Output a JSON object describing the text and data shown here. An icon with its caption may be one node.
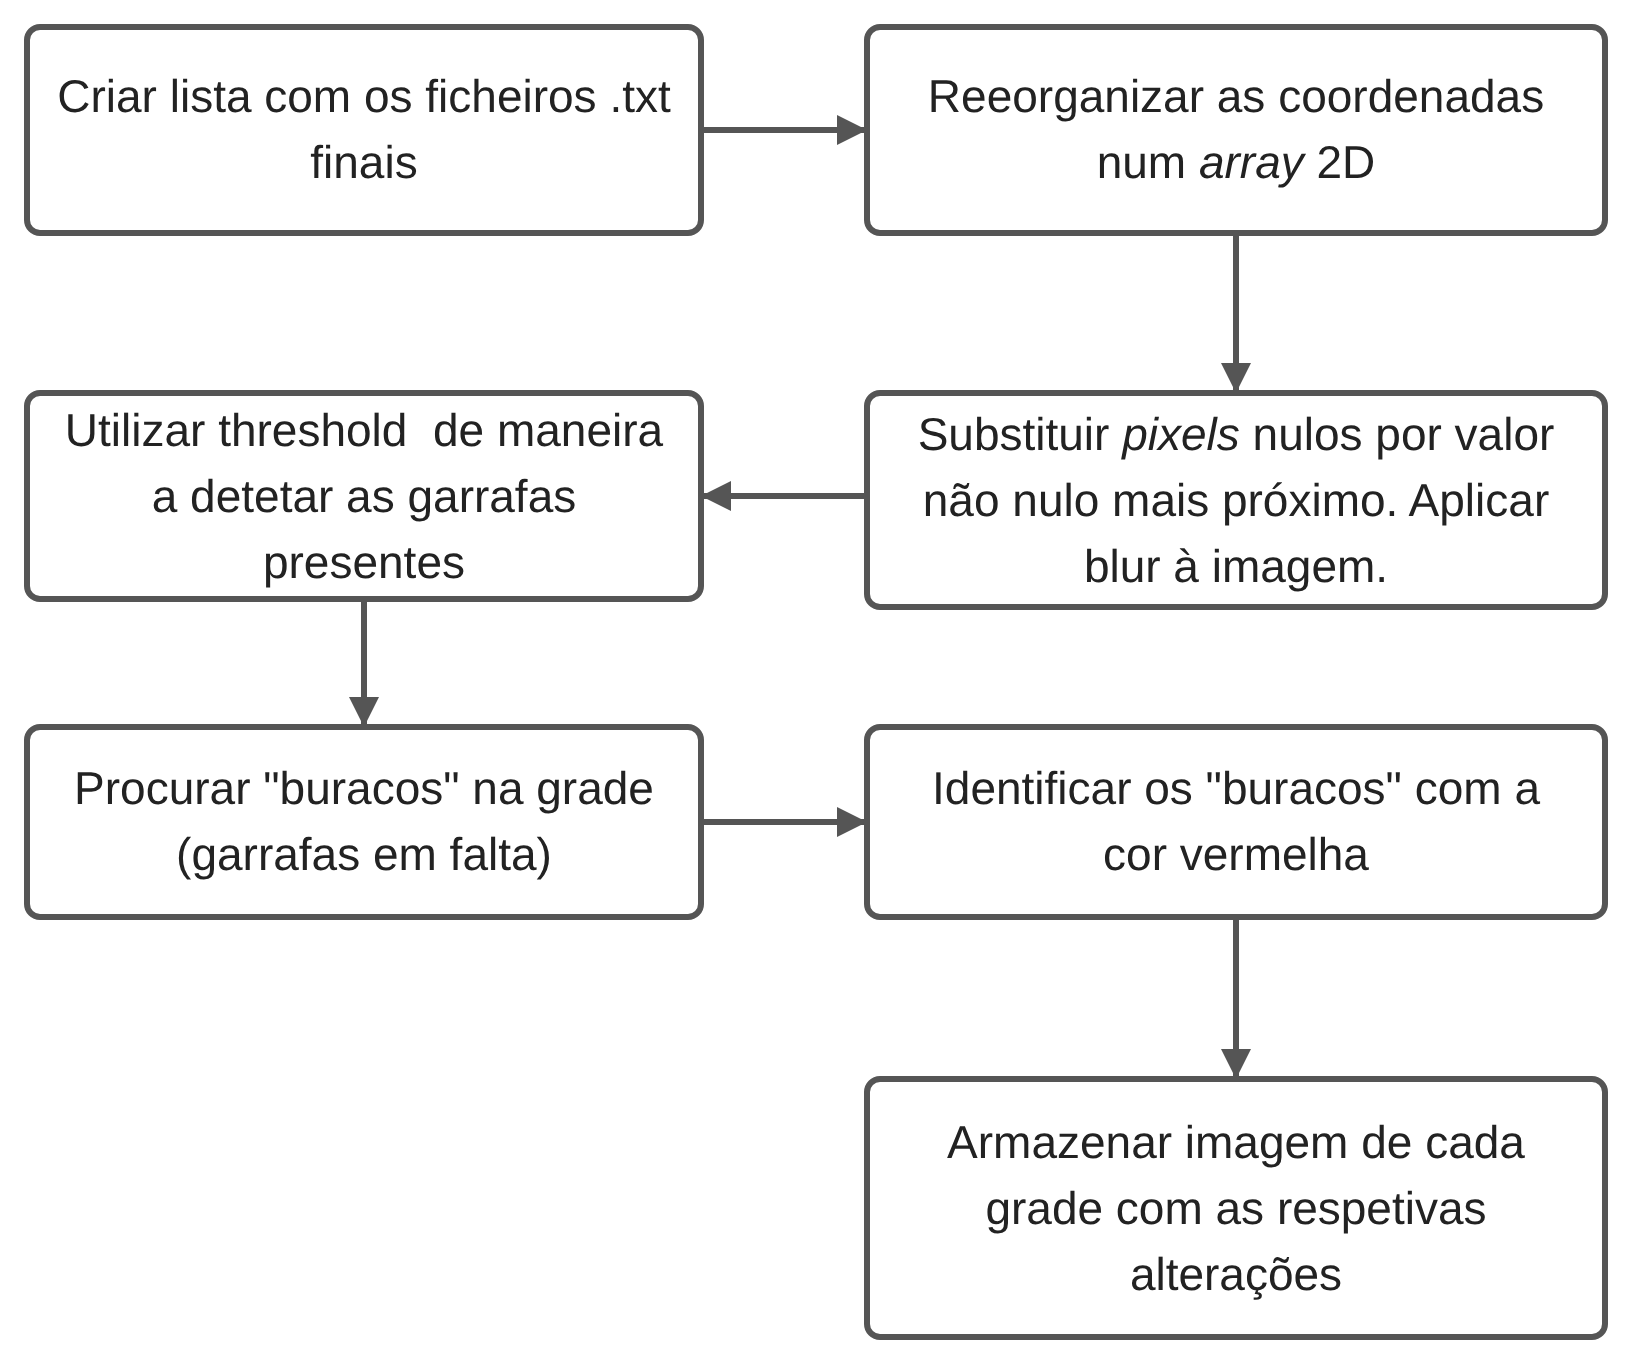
{
  "diagram": {
    "nodes": [
      {
        "text": [
          "Criar lista com os ficheiros .txt finais"
        ]
      },
      {
        "text": [
          "Reeorganizar as coordenadas num *array* 2D"
        ]
      },
      {
        "text": [
          "Substituir *pixels* nulos por valor não nulo mais próximo. Aplicar blur à imagem."
        ]
      },
      {
        "text": [
          "Utilizar threshold  de maneira a detetar as garrafas presentes"
        ]
      },
      {
        "text": [
          "Procurar \"buracos\" na grade (garrafas em falta)"
        ]
      },
      {
        "text": [
          "Identificar os \"buracos\" com a cor vermelha"
        ]
      },
      {
        "text": [
          "Armazenar imagem de cada grade com as respetivas alterações"
        ]
      }
    ],
    "edges": [
      {
        "from": 0,
        "to": 1,
        "arrow": "to"
      },
      {
        "from": 1,
        "to": 2,
        "arrow": "to"
      },
      {
        "from": 2,
        "to": 3,
        "arrow": "to"
      },
      {
        "from": 3,
        "to": 4,
        "arrow": "to"
      },
      {
        "from": 4,
        "to": 5,
        "arrow": "to"
      },
      {
        "from": 5,
        "to": 6,
        "arrow": "to"
      }
    ]
  }
}
